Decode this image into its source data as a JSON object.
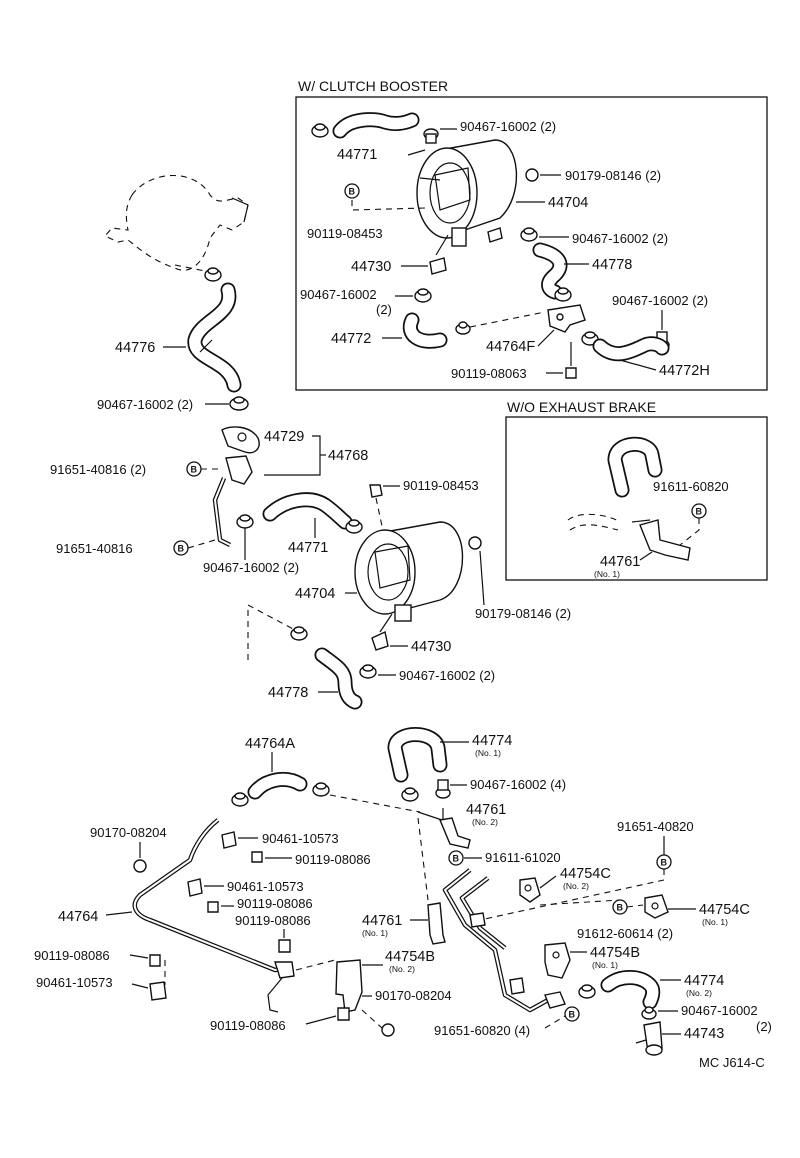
{
  "sections": {
    "with_clutch_booster": "W/ CLUTCH BOOSTER",
    "without_exhaust_brake": "W/O EXHAUST BRAKE"
  },
  "marker_letter": "B",
  "diagram_code": "MC J614-C",
  "labels": {
    "cb_44771": "44771",
    "cb_90467_top": "90467-16002 (2)",
    "cb_90179": "90179-08146 (2)",
    "cb_44704": "44704",
    "cb_90119_08453": "90119-08453",
    "cb_90467_mid": "90467-16002 (2)",
    "cb_44730": "44730",
    "cb_44778": "44778",
    "cb_90467_left": "90467-16002",
    "cb_90467_left_qty": "(2)",
    "cb_90467_right": "90467-16002 (2)",
    "cb_44772": "44772",
    "cb_44764F": "44764F",
    "cb_90119_08063": "90119-08063",
    "cb_44772H": "44772H",
    "l_44776": "44776",
    "l_90467_bottom": "90467-16002 (2)",
    "m_44729": "44729",
    "m_44768": "44768",
    "m_91651_40816_a": "91651-40816 (2)",
    "m_91651_40816_b": "91651-40816",
    "m_90119_08453": "90119-08453",
    "m_44771": "44771",
    "m_90467_a": "90467-16002 (2)",
    "m_44704": "44704",
    "m_90179": "90179-08146 (2)",
    "m_44730": "44730",
    "m_90467_b": "90467-16002 (2)",
    "m_44778": "44778",
    "eb_91611_60820": "91611-60820",
    "eb_44761": "44761",
    "eb_44761_sub": "(No. 1)",
    "b_44764A": "44764A",
    "b_44774_top": "44774",
    "b_44774_top_sub": "(No. 1)",
    "b_90467_4": "90467-16002 (4)",
    "b_44761_no2": "44761",
    "b_44761_no2_sub": "(No. 2)",
    "b_90170_top": "90170-08204",
    "b_90461_a": "90461-10573",
    "b_90119_08086_a": "90119-08086",
    "b_91611_61020": "91611-61020",
    "b_91651_40820": "91651-40820",
    "b_90461_b": "90461-10573",
    "b_44754C_no2": "44754C",
    "b_44754C_no2_sub": "(No. 2)",
    "b_90119_08086_b": "90119-08086",
    "b_44764": "44764",
    "b_90119_08086_c": "90119-08086",
    "b_44761_no1": "44761",
    "b_44761_no1_sub": "(No. 1)",
    "b_44754C_no1": "44754C",
    "b_44754C_no1_sub": "(No. 1)",
    "b_90612": "91612-60614 (2)",
    "b_90119_08086_d": "90119-08086",
    "b_44754B_no2": "44754B",
    "b_44754B_no2_sub": "(No. 2)",
    "b_44754B_no1": "44754B",
    "b_44754B_no1_sub": "(No. 1)",
    "b_90461_c": "90461-10573",
    "b_44774_bot": "44774",
    "b_44774_bot_sub": "(No. 2)",
    "b_90170_bot": "90170-08204",
    "b_90467_bot": "90467-16002",
    "b_90467_bot_qty": "(2)",
    "b_90119_08086_e": "90119-08086",
    "b_91651_60820": "91651-60820 (4)",
    "b_44743": "44743"
  }
}
